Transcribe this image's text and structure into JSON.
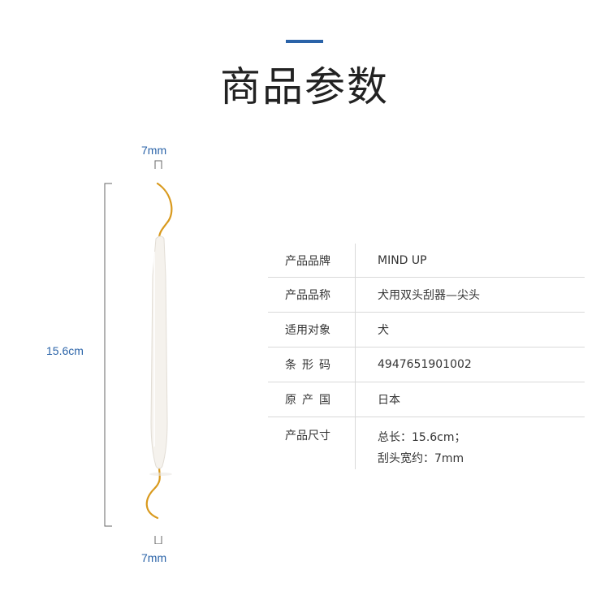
{
  "header": {
    "title": "商品参数"
  },
  "figure": {
    "width_top": "7mm",
    "width_bottom": "7mm",
    "length": "15.6cm",
    "handle_color": "#f4f1ec",
    "tip_color": "#d99a1e",
    "dim_color": "#2a63a8"
  },
  "specs": [
    {
      "key": "产品品牌",
      "value": "MIND UP"
    },
    {
      "key": "产品品称",
      "value": "犬用双头刮器—尖头"
    },
    {
      "key": "适用对象",
      "value": "犬"
    },
    {
      "key": "条形码",
      "value": "4947651901002"
    },
    {
      "key": "原产国",
      "value": "日本"
    },
    {
      "key": "产品尺寸",
      "value_lines": [
        "总长：15.6cm；",
        "刮头宽约：7mm"
      ]
    }
  ]
}
